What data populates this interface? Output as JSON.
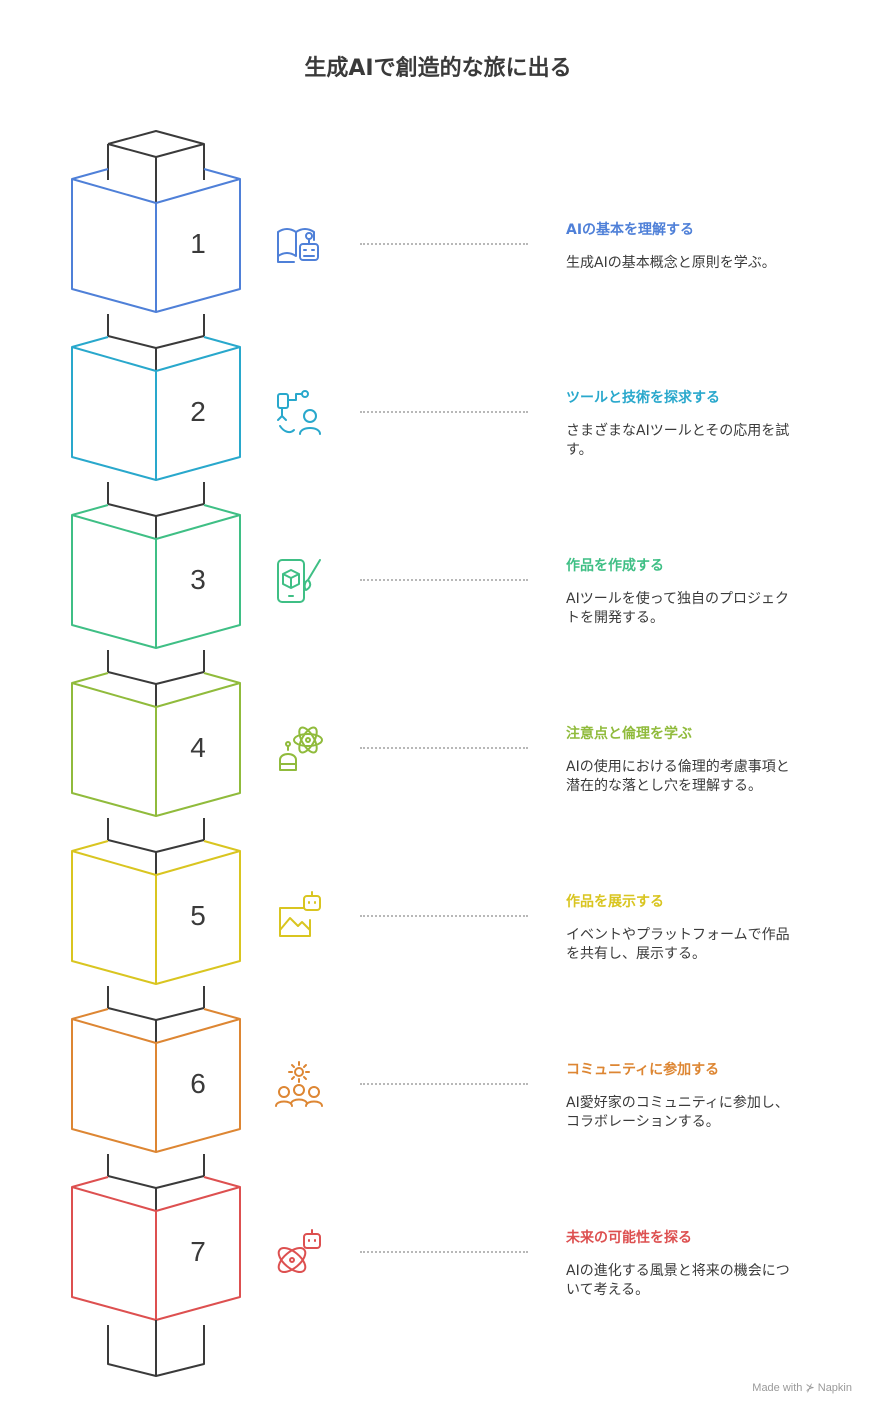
{
  "title": "生成AIで創造的な旅に出る",
  "steps": [
    {
      "number": "1",
      "title": "AIの基本を理解する",
      "desc": "生成AIの基本概念と原則を学ぶ。",
      "color": "#4f80d8",
      "icon": "book-robot-icon"
    },
    {
      "number": "2",
      "title": "ツールと技術を探求する",
      "desc": "さまざまなAIツールとその応用を試す。",
      "color": "#29a8cc",
      "icon": "robot-arm-person-icon"
    },
    {
      "number": "3",
      "title": "作品を作成する",
      "desc": "AIツールを使って独自のプロジェクトを開発する。",
      "color": "#3fbf85",
      "icon": "phone-cube-brush-icon"
    },
    {
      "number": "4",
      "title": "注意点と倫理を学ぶ",
      "desc": "AIの使用における倫理的考慮事項と潜在的な落とし穴を理解する。",
      "color": "#90bb3c",
      "icon": "robot-atom-icon"
    },
    {
      "number": "5",
      "title": "作品を展示する",
      "desc": "イベントやプラットフォームで作品を共有し、展示する。",
      "color": "#d9c520",
      "icon": "image-robot-icon"
    },
    {
      "number": "6",
      "title": "コミュニティに参加する",
      "desc": "AI愛好家のコミュニティに参加し、コラボレーションする。",
      "color": "#dd8633",
      "icon": "gear-community-icon"
    },
    {
      "number": "7",
      "title": "未来の可能性を探る",
      "desc": "AIの進化する風景と将来の機会について考える。",
      "color": "#dd5050",
      "icon": "orbit-robot-icon"
    }
  ],
  "footer": "Made with ⊁ Napkin"
}
